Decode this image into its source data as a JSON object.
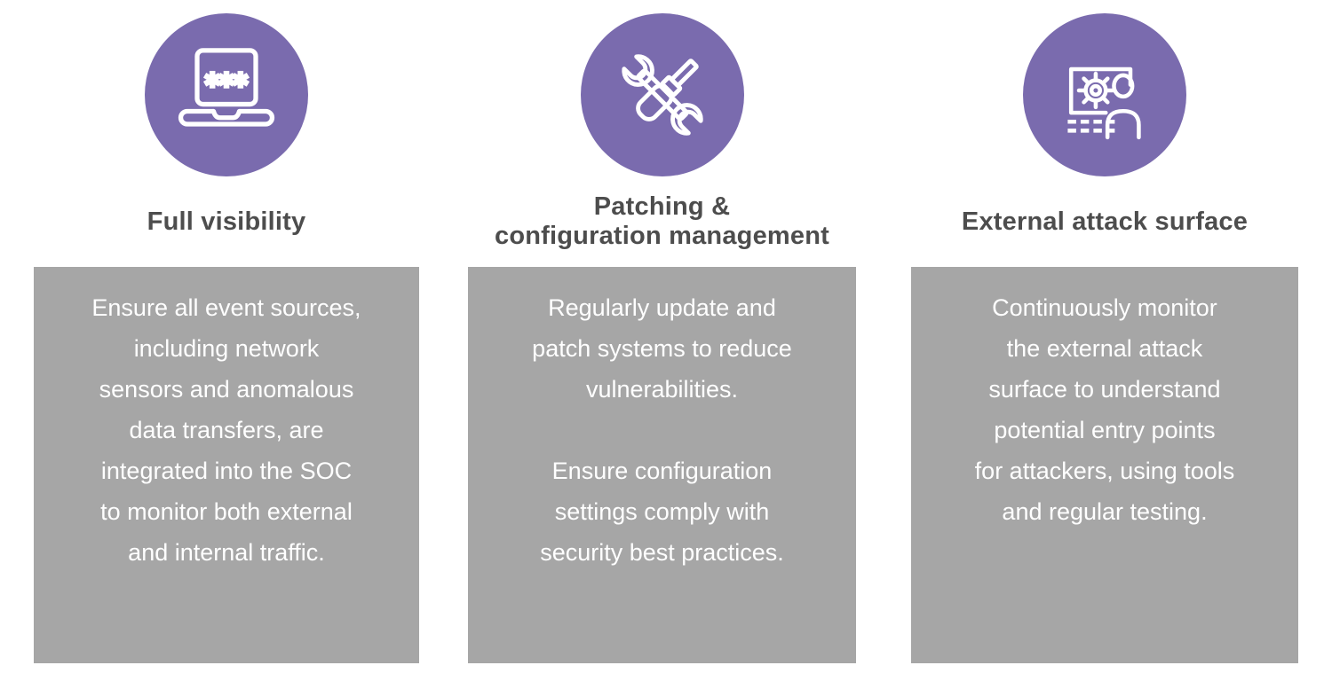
{
  "theme": {
    "accent_purple": "#7a6bae",
    "box_gray": "#a6a6a6",
    "title_color": "#4d4d4d",
    "body_text_color": "#ffffff"
  },
  "columns": [
    {
      "icon": "laptop-password-icon",
      "title": "Full visibility",
      "body": "Ensure all event sources,\nincluding network\nsensors and anomalous\ndata transfers, are\nintegrated into the SOC\nto monitor both external\nand internal traffic."
    },
    {
      "icon": "wrench-screwdriver-icon",
      "title": "Patching &\nconfiguration management",
      "body": "Regularly update and\npatch systems to reduce\nvulnerabilities.\n\nEnsure configuration\nsettings comply with\nsecurity best practices."
    },
    {
      "icon": "monitor-gear-person-icon",
      "title": "External attack surface",
      "body": "Continuously monitor\nthe external attack\nsurface to understand\npotential entry points\nfor attackers, using tools\nand regular testing."
    }
  ]
}
